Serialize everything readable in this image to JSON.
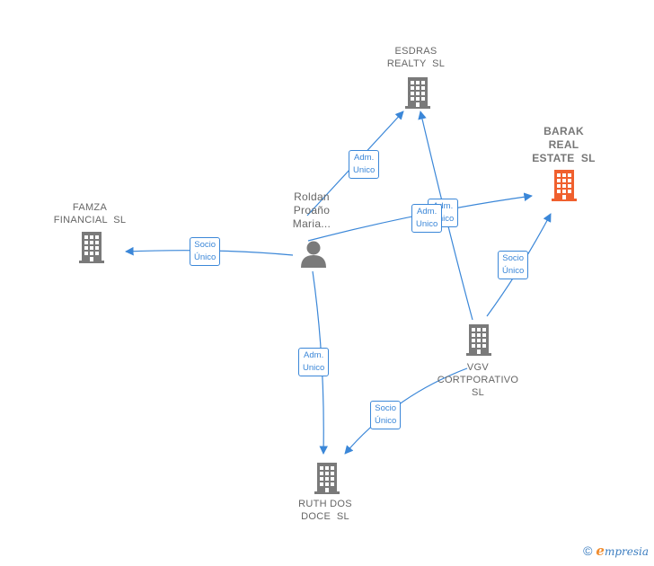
{
  "colors": {
    "edge": "#3b87d8",
    "building": "#7a7a7a",
    "building_main": "#f0602e",
    "person": "#7a7a7a"
  },
  "nodes": {
    "esdras": {
      "lines": [
        "ESDRAS",
        "REALTY  SL"
      ],
      "icon": "building-icon"
    },
    "barak": {
      "lines": [
        "BARAK",
        "REAL",
        "ESTATE  SL"
      ],
      "icon": "building-icon"
    },
    "famza": {
      "lines": [
        "FAMZA",
        "FINANCIAL  SL"
      ],
      "icon": "building-icon"
    },
    "roldan": {
      "lines": [
        "Roldan",
        "Proaño",
        "Maria..."
      ],
      "icon": "person-icon"
    },
    "vgv": {
      "lines": [
        "VGV",
        "CORTPORATIVO",
        "SL"
      ],
      "icon": "building-icon"
    },
    "ruth": {
      "lines": [
        "RUTH DOS",
        "DOCE  SL"
      ],
      "icon": "building-icon"
    }
  },
  "edges": {
    "roldan_esdras": [
      "Adm.",
      "Unico"
    ],
    "vgv_esdras": [
      "Adm.",
      "Unico"
    ],
    "roldan_barak": [
      "Adm.",
      "Unico"
    ],
    "vgv_barak": [
      "Socio",
      "Único"
    ],
    "roldan_famza": [
      "Socio",
      "Único"
    ],
    "roldan_ruth": [
      "Adm.",
      "Unico"
    ],
    "vgv_ruth": [
      "Socio",
      "Único"
    ]
  },
  "brand": {
    "copyright": "©",
    "first_letter": "e",
    "rest": "mpresia"
  }
}
